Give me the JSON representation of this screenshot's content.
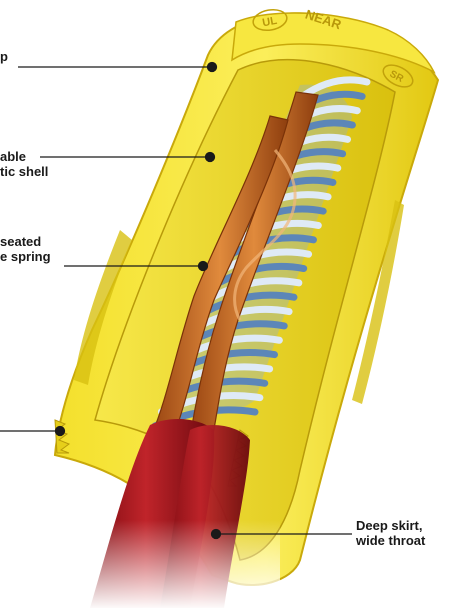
{
  "diagram": {
    "callouts": {
      "cap": {
        "lines": [
          "p"
        ]
      },
      "shell": {
        "lines": [
          "able",
          "tic shell"
        ]
      },
      "spring": {
        "lines": [
          "seated",
          "e spring"
        ]
      },
      "ribs": {
        "lines": []
      },
      "skirt": {
        "lines": [
          "Deep skirt,",
          "wide throat"
        ]
      }
    },
    "cap_markings": [
      "UL",
      "NEAR",
      "SR"
    ],
    "colors": {
      "shell": "#f5e43a",
      "shell_dark": "#c9b20e",
      "spring": "#c8dcf0",
      "copper": "#c8661e",
      "insulation": "#a3161c",
      "leader": "#1a1a1a"
    }
  }
}
